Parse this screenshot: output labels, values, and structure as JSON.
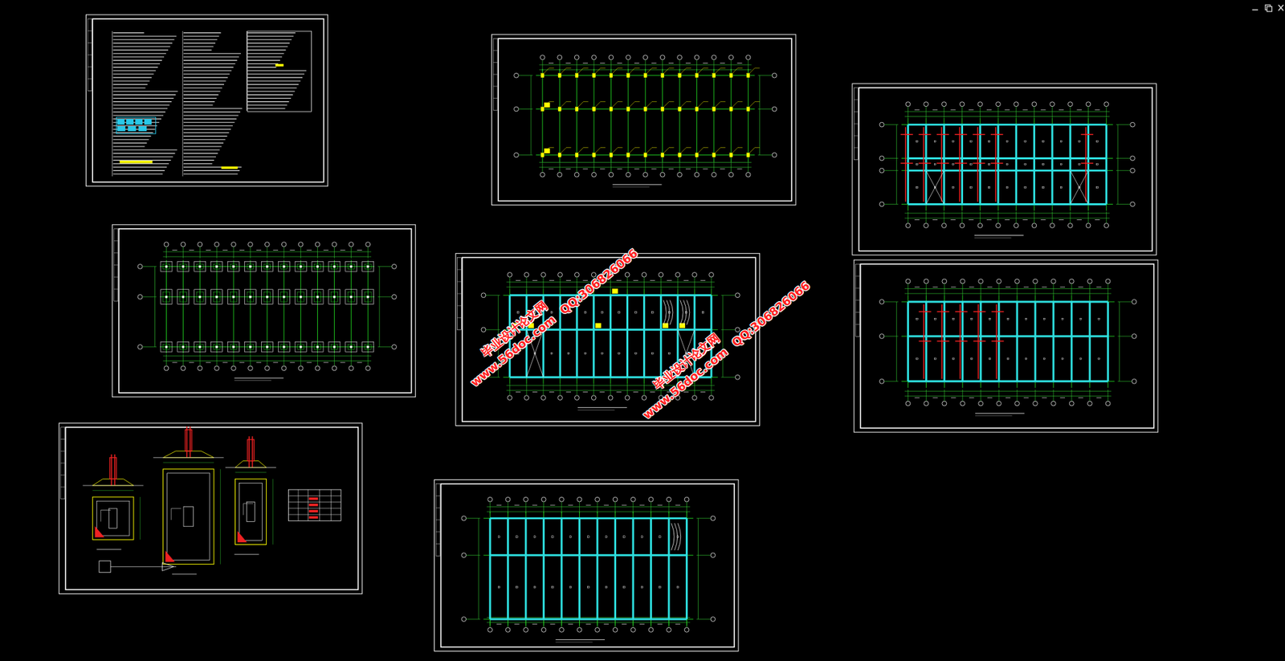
{
  "diagram": {
    "labels": [
      "毕业设计论文网",
      "www.56doc.com",
      "QQ:306826066",
      "毕业设计论文网",
      "www.56doc.com",
      "QQ:306826066"
    ]
  }
}
